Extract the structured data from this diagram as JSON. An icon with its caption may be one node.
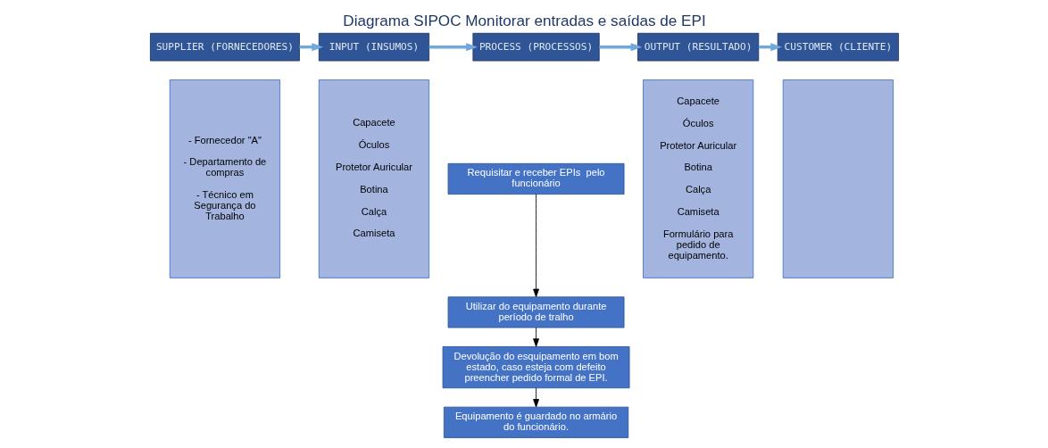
{
  "diagram": {
    "title": "Diagrama SIPOC Monitorar entradas e saídas de EPI",
    "nodes": [
      {
        "text": [
          "SUPPLIER (FORNECEDORES)"
        ]
      },
      {
        "text": [
          "INPUT (INSUMOS)"
        ]
      },
      {
        "text": [
          "PROCESS (PROCESSOS)"
        ]
      },
      {
        "text": [
          "OUTPUT (RESULTADO)"
        ]
      },
      {
        "text": [
          "CUSTOMER (CLIENTE)"
        ]
      },
      {
        "text": [
          "- Fornecedor \"A\"",
          "- Departamento de compras",
          "- Técnico em Segurança do Trabalho"
        ]
      },
      {
        "text": [
          "Capacete",
          "Óculos",
          "Protetor Auricular",
          "Botina",
          "Calça",
          "Camiseta"
        ]
      },
      {
        "text": [
          "Requisitar e receber EPIs  pelo funcionário"
        ]
      },
      {
        "text": [
          "Utilizar do equipamento durante período de tralho"
        ]
      },
      {
        "text": [
          "Devolução do esquipamento em bom estado, caso esteja com defeito preencher pedido formal de EPI."
        ]
      },
      {
        "text": [
          "Equipamento é guardado no armário do funcionário."
        ]
      },
      {
        "text": [
          "Capacete",
          "Óculos",
          "Protetor Auricular",
          "Botina",
          "Calça",
          "Camiseta",
          "Formulário para pedido de equipamento."
        ]
      },
      {
        "text": [],
        "shape": "box"
      }
    ],
    "edges": [
      {
        "from": 0,
        "to": 1,
        "arrow": "to"
      },
      {
        "from": 1,
        "to": 2,
        "arrow": "to"
      },
      {
        "from": 2,
        "to": 3,
        "arrow": "to"
      },
      {
        "from": 3,
        "to": 4,
        "arrow": "to"
      },
      {
        "from": 7,
        "to": 8,
        "arrow": "to",
        "color": "#000000"
      },
      {
        "from": 8,
        "to": 9,
        "arrow": "to",
        "color": "#000000"
      },
      {
        "from": 9,
        "to": 10,
        "arrow": "to",
        "color": "#000000"
      }
    ]
  }
}
